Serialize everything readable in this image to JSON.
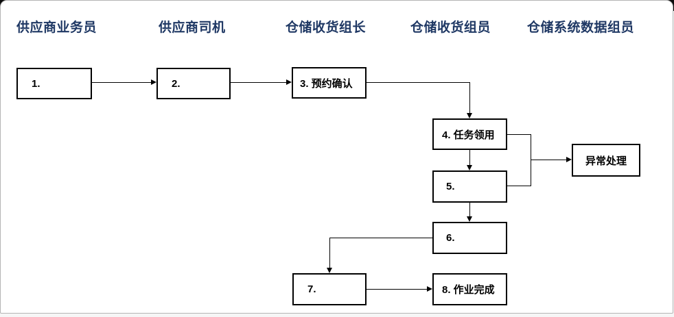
{
  "diagram": {
    "type": "flowchart",
    "lanes": [
      {
        "label": "供应商业务员"
      },
      {
        "label": "供应商司机"
      },
      {
        "label": "仓储收货组长"
      },
      {
        "label": "仓储收货组员"
      },
      {
        "label": "仓储系统数据组员"
      }
    ],
    "nodes": [
      {
        "id": "step-1",
        "label": "1."
      },
      {
        "id": "step-2",
        "label": "2."
      },
      {
        "id": "step-3",
        "label": "3. 预约确认"
      },
      {
        "id": "step-4",
        "label": "4. 任务领用"
      },
      {
        "id": "step-5",
        "label": "5."
      },
      {
        "id": "exception",
        "label": "异常处理"
      },
      {
        "id": "step-6",
        "label": "6."
      },
      {
        "id": "step-7",
        "label": "7."
      },
      {
        "id": "step-8",
        "label": "8. 作业完成"
      }
    ],
    "colors": {
      "lane_header_text": "#1F3864",
      "node_border": "#000000",
      "node_fill": "#FFFFFF",
      "connector": "#000000",
      "panel_background": "#FFFFFF",
      "panel_border": "#B3B3B3"
    }
  }
}
